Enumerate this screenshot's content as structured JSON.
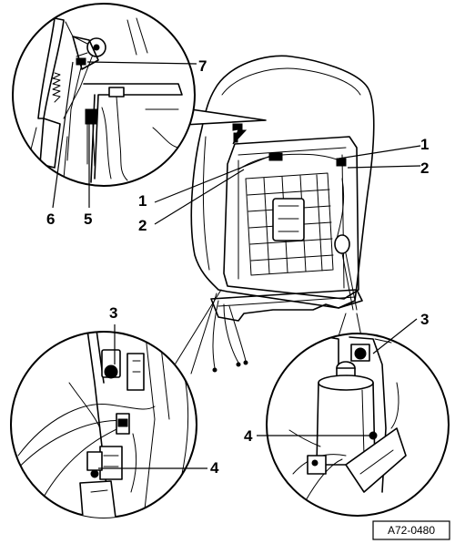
{
  "figure": {
    "reference_code": "A72-0480"
  },
  "callouts": [
    {
      "label": "7"
    },
    {
      "label": "6"
    },
    {
      "label": "5"
    },
    {
      "label": "1"
    },
    {
      "label": "2"
    },
    {
      "label": "1"
    },
    {
      "label": "2"
    },
    {
      "label": "3"
    },
    {
      "label": "3"
    },
    {
      "label": "4"
    },
    {
      "label": "4"
    }
  ]
}
